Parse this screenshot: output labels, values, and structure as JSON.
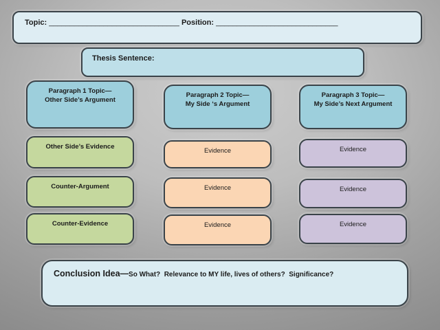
{
  "slide": {
    "type": "persuasive-essay-graphic-organizer",
    "colors": {
      "background_center": "#cccccc",
      "background_edge": "#8b8b8b",
      "topic_box_fill": "#deedf3",
      "thesis_box_fill": "#bedfe9",
      "header_box_fill": "#9dcfdc",
      "green_box_fill": "#c5d89e",
      "orange_box_fill": "#fbd6b4",
      "purple_box_fill": "#cdc3db",
      "conclusion_box_fill": "#daecf2",
      "border": "#3a4349"
    }
  },
  "topic_box": {
    "topic_label": "Topic:",
    "topic_line": "_______________________________",
    "position_label": "Position:",
    "position_line": "_____________________________"
  },
  "thesis_box": {
    "label": "Thesis Sentence:"
  },
  "columns": [
    {
      "header_line1": "Paragraph 1 Topic—",
      "header_line2": "Other Side’s Argument",
      "cells": [
        "Other Side’s Evidence",
        "Counter-Argument",
        "Counter-Evidence"
      ]
    },
    {
      "header_line1": "Paragraph 2 Topic—",
      "header_line2": "My Side ‘s Argument",
      "cells": [
        "Evidence",
        "Evidence",
        "Evidence"
      ]
    },
    {
      "header_line1": "Paragraph 3 Topic—",
      "header_line2": "My Side’s Next Argument",
      "cells": [
        "Evidence",
        "Evidence",
        "Evidence"
      ]
    }
  ],
  "conclusion_box": {
    "title": "Conclusion Idea—",
    "text": "So What?  Relevance to MY life, lives of others?  Significance?"
  }
}
